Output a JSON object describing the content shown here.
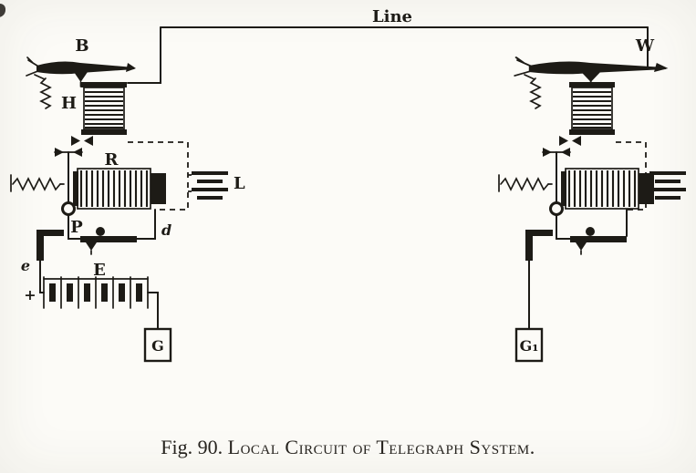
{
  "page": {
    "paper_color": "#fcfbf7",
    "ink_color": "#1d1b16"
  },
  "figure": {
    "line_label": "Line",
    "caption": {
      "prefix": "Fig. 90.",
      "title": "Local Circuit of Telegraph System."
    },
    "left_station": {
      "key_label": "B",
      "relay_coil_label": "H",
      "sounder_coil_label": "R",
      "condenser_label": "L",
      "local_key_label": "P",
      "wire_d_label": "d",
      "wire_e_label": "e",
      "battery_label": "E",
      "battery_polarity_label": "+",
      "galvanometer_label": "G"
    },
    "right_station": {
      "key_label": "W",
      "galvanometer_label": "G₁"
    }
  }
}
